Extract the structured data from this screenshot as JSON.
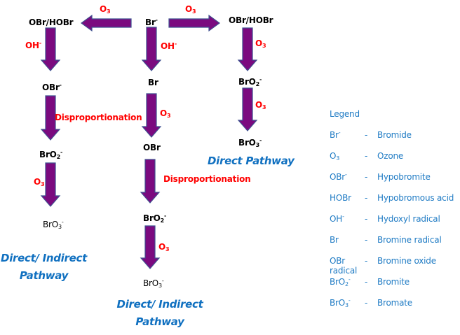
{
  "colors": {
    "arrow_fill": "#7b0a7f",
    "arrow_stroke": "#3f4f8f",
    "species": "#000000",
    "reagent": "#ff0000",
    "pathway": "#1070c0",
    "legend": "#1f7bc4"
  },
  "diagram": {
    "center_top": {
      "main": "Br",
      "sup": "-"
    },
    "left_column": {
      "top_species": "OBr/HOBr",
      "arrow_top_label": {
        "main": "O",
        "sub": "3"
      },
      "step1_reagent": {
        "main": "OH",
        "sup": "-"
      },
      "species2": {
        "main": "OBr",
        "sup": "-"
      },
      "step2_reagent": "Disproportionation",
      "species3": {
        "main": "BrO",
        "sub": "2",
        "sup": "-"
      },
      "step3_reagent": {
        "main": "O",
        "sub": "3"
      },
      "species4": {
        "main": "BrO",
        "sub": "3",
        "sup": "-"
      },
      "pathway_line1": "Direct/ Indirect",
      "pathway_line2": "Pathway"
    },
    "middle_column": {
      "step1_reagent": {
        "main": "OH",
        "sup": "-"
      },
      "species2": "Br",
      "step2_reagent": {
        "main": "O",
        "sub": "3"
      },
      "species3": "OBr",
      "step3_reagent": "Disproportionation",
      "species4": {
        "main": "BrO",
        "sub": "2",
        "sup": "-"
      },
      "step4_reagent": {
        "main": "O",
        "sub": "3"
      },
      "species5": {
        "main": "BrO",
        "sub": "3",
        "sup": "-"
      },
      "pathway_line1": "Direct/ Indirect",
      "pathway_line2": "Pathway"
    },
    "right_column": {
      "top_species": "OBr/HOBr",
      "arrow_top_label": {
        "main": "O",
        "sub": "3"
      },
      "step1_reagent": {
        "main": "O",
        "sub": "3"
      },
      "species2": {
        "main": "BrO",
        "sub": "2",
        "sup": "-"
      },
      "step2_reagent": {
        "main": "O",
        "sub": "3"
      },
      "species3": {
        "main": "BrO",
        "sub": "3",
        "sup": "-"
      },
      "pathway": "Direct Pathway"
    }
  },
  "legend": {
    "title": "Legend",
    "items": [
      {
        "symbol": "Br",
        "sub": "",
        "sup": "-",
        "sep": "-",
        "meaning": "Bromide"
      },
      {
        "symbol": "O",
        "sub": "3",
        "sup": "",
        "sep": "-",
        "meaning": "Ozone"
      },
      {
        "symbol": "OBr",
        "sub": "",
        "sup": "-",
        "sep": "-",
        "meaning": "Hypobromite"
      },
      {
        "symbol": "HOBr",
        "sub": "",
        "sup": "",
        "sep": "-",
        "meaning": "Hypobromous acid"
      },
      {
        "symbol": "OH",
        "sub": "",
        "sup": "-",
        "sep": "-",
        "meaning": "Hydoxyl radical"
      },
      {
        "symbol": "Br",
        "sub": "",
        "sup": "",
        "sep": "-",
        "meaning": "Bromine radical"
      },
      {
        "symbol": "OBr",
        "sub": "",
        "sup": "",
        "sep": "-",
        "meaning": "Bromine oxide radical"
      },
      {
        "symbol": "BrO",
        "sub": "2",
        "sup": "-",
        "sep": "-",
        "meaning": "Bromite"
      },
      {
        "symbol": "BrO",
        "sub": "3",
        "sup": "-",
        "sep": "-",
        "meaning": "Bromate"
      }
    ]
  }
}
